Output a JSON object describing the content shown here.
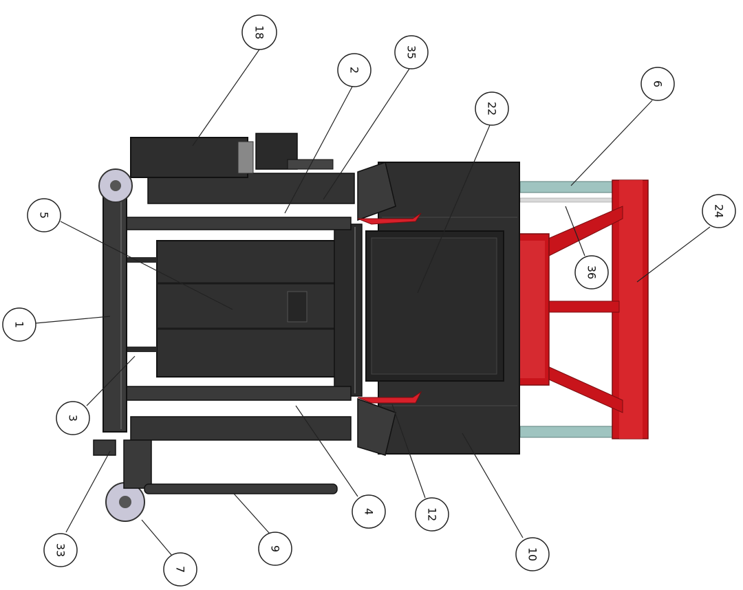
{
  "diagram": {
    "callouts": [
      {
        "id": "c18",
        "label": "18"
      },
      {
        "id": "c2",
        "label": "2"
      },
      {
        "id": "c35",
        "label": "35"
      },
      {
        "id": "c22",
        "label": "22"
      },
      {
        "id": "c6",
        "label": "6"
      },
      {
        "id": "c5",
        "label": "5"
      },
      {
        "id": "c24",
        "label": "24"
      },
      {
        "id": "c36",
        "label": "36"
      },
      {
        "id": "c1",
        "label": "1"
      },
      {
        "id": "c3",
        "label": "3"
      },
      {
        "id": "c4",
        "label": "4"
      },
      {
        "id": "c12",
        "label": "12"
      },
      {
        "id": "c10",
        "label": "10"
      },
      {
        "id": "c33",
        "label": "33"
      },
      {
        "id": "c9",
        "label": "9"
      },
      {
        "id": "c7",
        "label": "7"
      }
    ],
    "colors": {
      "frame_dark": "#3a3a3a",
      "panel": "#2f2f2f",
      "panel_edge": "#1e1e1e",
      "red_frame": "#c8141b",
      "rail_teal": "#9fc4c0",
      "wheel": "#c9c7d8",
      "callout_stroke": "#222222"
    }
  }
}
